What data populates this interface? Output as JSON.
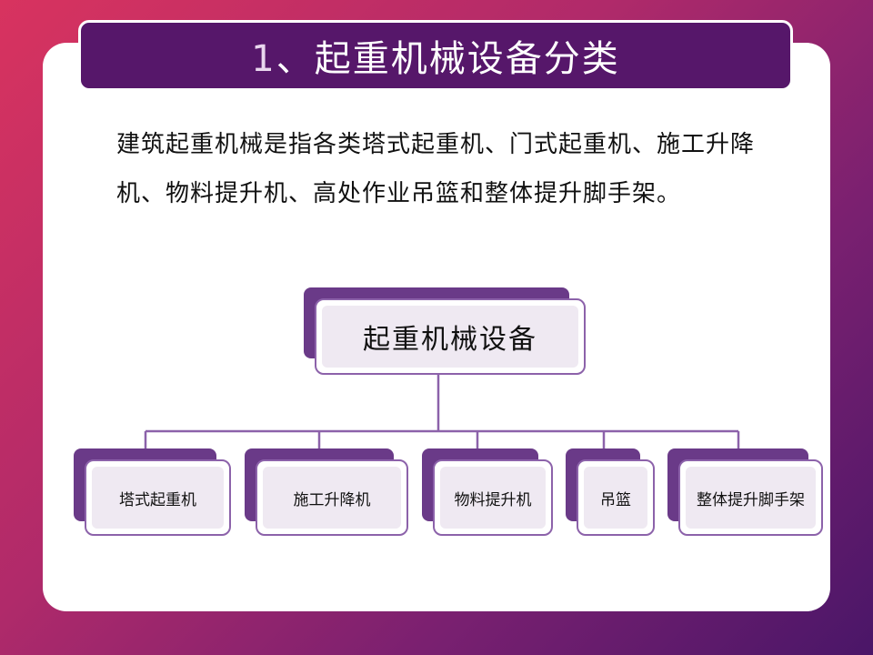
{
  "title": {
    "number": "1",
    "text": "、起重机械设备分类"
  },
  "intro": "建筑起重机械是指各类塔式起重机、门式起重机、施工升降机、物料提升机、高处作业吊篮和整体提升脚手架。",
  "diagram": {
    "root": "起重机械设备",
    "children": [
      "塔式起重机",
      "施工升降机",
      "物料提升机",
      "吊篮",
      "整体提升脚手架"
    ]
  },
  "colors": {
    "title_bar": "#56176a",
    "node_back": "#6a3a88",
    "node_border": "#8c62aa",
    "node_fill": "#efe9f2",
    "connector": "#8c62aa"
  }
}
